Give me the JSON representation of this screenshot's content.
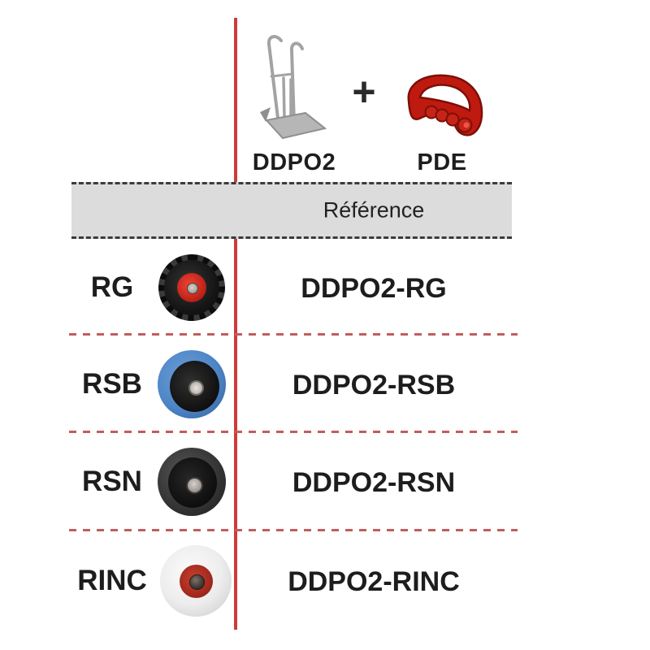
{
  "header": {
    "base_product": {
      "label": "DDPO2",
      "icon": "hand-truck-icon"
    },
    "plus_sign": "+",
    "accessory": {
      "label": "PDE",
      "icon": "grip-handle-icon"
    }
  },
  "table": {
    "column_header": "Référence",
    "rows": [
      {
        "code": "RG",
        "reference": "DDPO2-RG",
        "wheel": "black-tire-red-hub"
      },
      {
        "code": "RSB",
        "reference": "DDPO2-RSB",
        "wheel": "blue-tire-black-hub"
      },
      {
        "code": "RSN",
        "reference": "DDPO2-RSN",
        "wheel": "black-tire-black-hub"
      },
      {
        "code": "RINC",
        "reference": "DDPO2-RINC",
        "wheel": "white-tire-red-hub"
      }
    ]
  },
  "colors": {
    "divider_red": "#ce3b38",
    "separator_red": "#c25d5d",
    "header_band_gray": "#dcdcdc",
    "text_black": "#1d1d1d",
    "handle_red": "#bf1a10",
    "wheel_blue": "#4d86c6"
  }
}
